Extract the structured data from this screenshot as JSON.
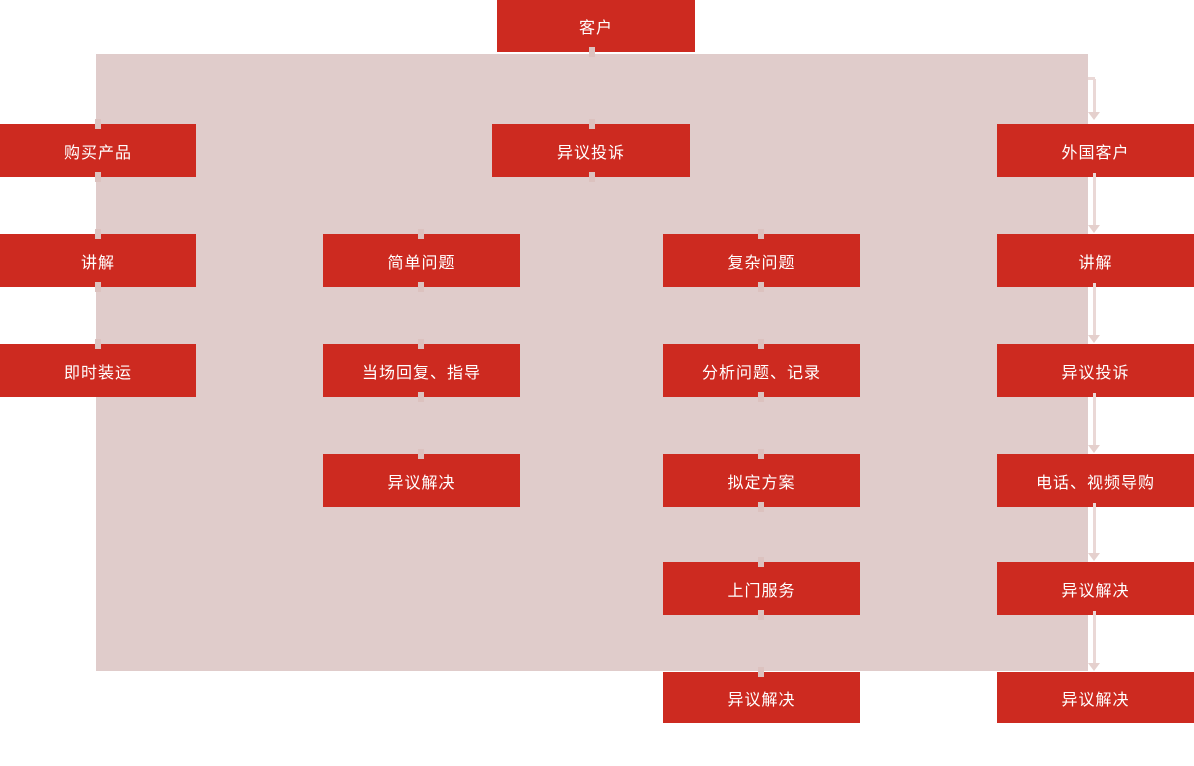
{
  "diagram_title": "customer-service-flowchart",
  "palette": {
    "red": "#cd2a20",
    "bg_pink": "#e0cccb",
    "connector": "#ead8d6",
    "arrow": "#e5d0cd",
    "stub": "#dcc2bf",
    "text": "#ffffff"
  },
  "nodes": [
    {
      "id": "customer",
      "label": "客户"
    },
    {
      "id": "buy-product",
      "label": "购买产品"
    },
    {
      "id": "objection-complaint-center",
      "label": "异议投诉"
    },
    {
      "id": "foreign-customer",
      "label": "外国客户"
    },
    {
      "id": "explain-left",
      "label": "讲解"
    },
    {
      "id": "simple-problem",
      "label": "简单问题"
    },
    {
      "id": "complex-problem",
      "label": "复杂问题"
    },
    {
      "id": "explain-right",
      "label": "讲解"
    },
    {
      "id": "instant-shipment",
      "label": "即时装运"
    },
    {
      "id": "onsite-reply-guidance",
      "label": "当场回复、指导"
    },
    {
      "id": "analyze-problem-record",
      "label": "分析问题、记录"
    },
    {
      "id": "objection-complaint-right",
      "label": "异议投诉"
    },
    {
      "id": "objection-resolved-midleft",
      "label": "异议解决"
    },
    {
      "id": "draft-plan",
      "label": "拟定方案"
    },
    {
      "id": "phone-video-guide",
      "label": "电话、视频导购"
    },
    {
      "id": "door-to-door-service",
      "label": "上门服务"
    },
    {
      "id": "objection-resolved-right-1",
      "label": "异议解决"
    },
    {
      "id": "objection-resolved-center-bottom",
      "label": "异议解决"
    },
    {
      "id": "objection-resolved-right-2",
      "label": "异议解决"
    }
  ]
}
